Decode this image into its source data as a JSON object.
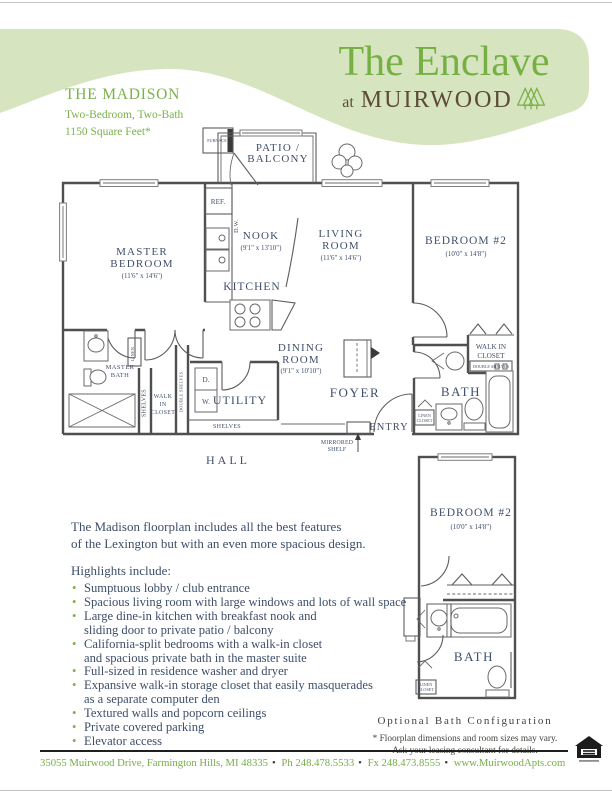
{
  "theme": {
    "header_bg": "#d6e5c0",
    "brand_green": "#76b043",
    "brand_brown": "#5d4a39",
    "plan_ink": "#40506b",
    "bullet_green": "#7cb347"
  },
  "header": {
    "title": "The Enclave",
    "at": "at",
    "name": "MUIRWOOD",
    "trees_icon": "pine-trees-icon"
  },
  "plan_header": {
    "name": "THE MADISON",
    "type": "Two-Bedroom, Two-Bath",
    "size": "1150 Square Feet*"
  },
  "floorplan": {
    "labels": {
      "furnace": "FURNACE",
      "patio_line1": "PATIO /",
      "patio_line2": "BALCONY",
      "ref": "REF.",
      "dw": "D.W.",
      "nook": "NOOK",
      "nook_dims": "(9'1\" x 13'10\")",
      "living_line1": "LIVING",
      "living_line2": "ROOM",
      "living_dims": "(11'6\" x 14'6\")",
      "master_line1": "MASTER",
      "master_line2": "BEDROOM",
      "master_dims": "(11'6\" x 14'6\")",
      "bedroom2": "BEDROOM #2",
      "bedroom2_dims": "(10'0\" x 14'8\")",
      "kitchen": "KITCHEN",
      "dining_line1": "DINING",
      "dining_line2": "ROOM",
      "dining_dims": "(9'1\" x 10'10\")",
      "master_bath_line1": "MASTER",
      "master_bath_line2": "BATH",
      "linen": "LINEN",
      "shelves_vertical": "SHELVES",
      "walkin_line1": "WALK",
      "walkin_line2": "IN",
      "walkin_line3": "CLOSET",
      "double_shelves_vertical": "DOUBLE SHELVES",
      "dryer": "D.",
      "washer": "W.",
      "utility": "UTILITY",
      "shelves_horizontal": "SHELVES",
      "foyer": "FOYER",
      "entry": "ENTRY",
      "mirrored_line1": "MIRRORED",
      "mirrored_line2": "SHELF",
      "hall": "HALL",
      "bath": "BATH",
      "walkin2_line1": "WALK IN",
      "walkin2_line2": "CLOSET",
      "double_shelves_boxed": "DOUBLE SHELVES",
      "linen_closet_line1": "LINEN",
      "linen_closet_line2": "CLOSET"
    }
  },
  "optional_plan": {
    "caption": "Optional Bath Configuration",
    "labels": {
      "bedroom2": "BEDROOM #2",
      "bedroom2_dims": "(10'0\" x 14'8\")",
      "bath": "BATH",
      "linen_line1": "LINEN",
      "linen_line2": "CLOSET"
    }
  },
  "copy": {
    "intro": "The Madison floorplan includes all the best features\nof the Lexington but with an even more spacious design.",
    "highlights_heading": "Highlights include:",
    "highlights": [
      "Sumptuous lobby / club entrance",
      "Spacious living room with large windows and lots of wall space",
      "Large dine-in kitchen with breakfast nook and\nsliding door to private patio / balcony",
      "California-split bedrooms with a walk-in closet\nand spacious private bath in the master suite",
      "Full-sized in residence washer and dryer",
      "Expansive walk-in storage closet that easily masquerades\nas a separate computer den",
      "Textured walls and popcorn ceilings",
      "Private covered parking",
      "Elevator access"
    ]
  },
  "footnote": {
    "line1": "* Floorplan dimensions and room sizes may vary.",
    "line2": "Ask your leasing consultant for details."
  },
  "footer": {
    "address": "35055 Muirwood Drive, Farmington Hills, MI 48335",
    "phone": "Ph 248.478.5533",
    "fax": "Fx 248.473.8555",
    "website": "www.MuirwoodApts.com",
    "eho_icon": "equal-housing-logo"
  }
}
